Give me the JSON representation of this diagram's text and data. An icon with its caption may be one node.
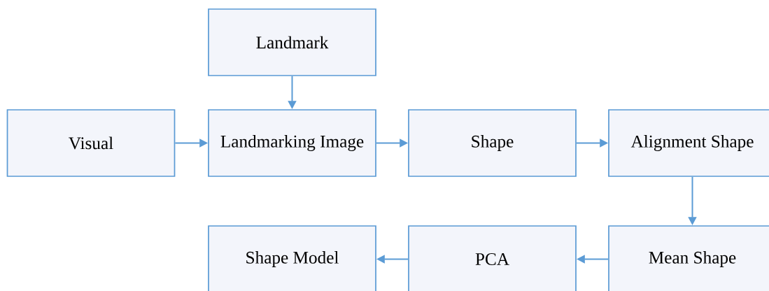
{
  "diagram": {
    "nodes": [
      {
        "text": [
          "Landmark"
        ]
      },
      {
        "text": [
          "Visual"
        ]
      },
      {
        "text": [
          "Landmarking Image"
        ]
      },
      {
        "text": [
          "Shape"
        ]
      },
      {
        "text": [
          "Alignment Shape"
        ]
      },
      {
        "text": [
          "Shape Model"
        ]
      },
      {
        "text": [
          "PCA"
        ]
      },
      {
        "text": [
          "Mean Shape"
        ]
      }
    ],
    "edges": [
      {
        "from": 0,
        "to": 2,
        "arrow": "to"
      },
      {
        "from": 1,
        "to": 2,
        "arrow": "to"
      },
      {
        "from": 2,
        "to": 3,
        "arrow": "to"
      },
      {
        "from": 3,
        "to": 4,
        "arrow": "to"
      },
      {
        "from": 4,
        "to": 7,
        "arrow": "to"
      },
      {
        "from": 7,
        "to": 6,
        "arrow": "to"
      },
      {
        "from": 6,
        "to": 5,
        "arrow": "to"
      }
    ]
  }
}
